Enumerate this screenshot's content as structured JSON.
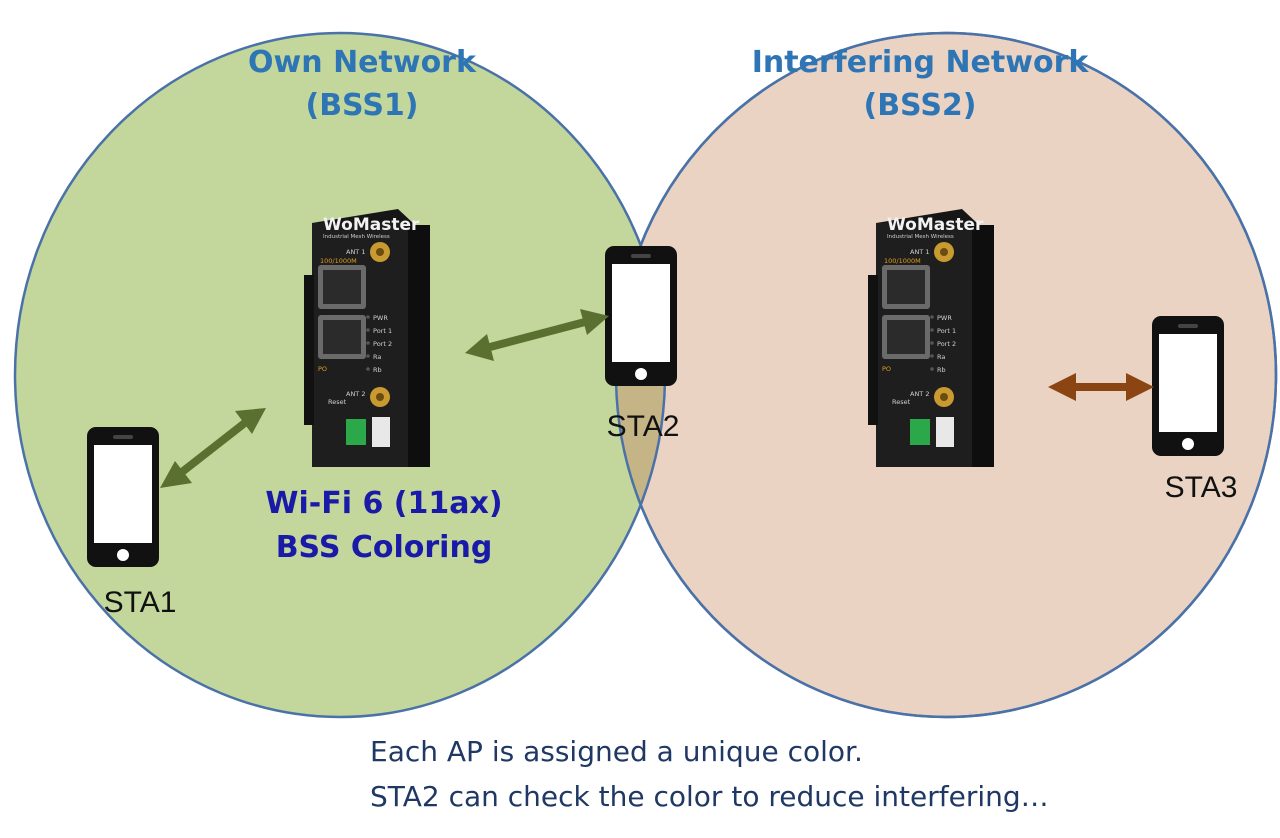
{
  "networks": {
    "own": {
      "title_line1": "Own Network",
      "title_line2": "(BSS1)"
    },
    "interfering": {
      "title_line1": "Interfering Network",
      "title_line2": "(BSS2)"
    }
  },
  "access_points": [
    {
      "brand": "WoMaster",
      "tagline": "Industrial Mesh Wireless",
      "ant1": "ANT 1",
      "ant2": "ANT 2",
      "speed": "100/1000M",
      "leds": [
        "PWR",
        "Port 1",
        "Port 2",
        "Ra",
        "Rb"
      ],
      "reset": "Reset",
      "po": "PO"
    },
    {
      "brand": "WoMaster",
      "tagline": "Industrial Mesh Wireless",
      "ant1": "ANT 1",
      "ant2": "ANT 2",
      "speed": "100/1000M",
      "leds": [
        "PWR",
        "Port 1",
        "Port 2",
        "Ra",
        "Rb"
      ],
      "reset": "Reset",
      "po": "PO"
    }
  ],
  "stations": [
    {
      "label": "STA1"
    },
    {
      "label": "STA2"
    },
    {
      "label": "STA3"
    }
  ],
  "feature": {
    "line1": "Wi-Fi 6 (11ax)",
    "line2": "BSS Coloring"
  },
  "caption": {
    "line1": "Each AP is assigned a unique color.",
    "line2": "STA2 can check the color to reduce interfering…"
  },
  "colors": {
    "own_fill": "#c3d69b",
    "interfering_fill": "#ead3c2",
    "overlap_fill": "#c5b485",
    "circle_stroke": "#4a72a8",
    "own_arrow": "#5a7030",
    "interfering_arrow": "#8b4513",
    "title_color": "#2e75b6",
    "feature_color": "#1a1aa8"
  }
}
